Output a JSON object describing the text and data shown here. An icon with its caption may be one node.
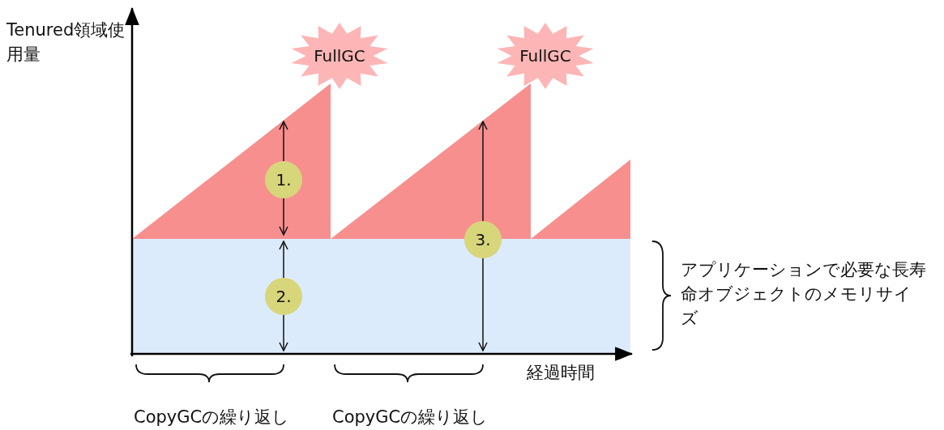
{
  "diagram": {
    "nodes": [
      {
        "text": [
          "FullGC"
        ]
      },
      {
        "text": [
          "FullGC"
        ]
      },
      {
        "text": [
          "1."
        ]
      },
      {
        "text": [
          "2."
        ]
      },
      {
        "text": [
          "3."
        ]
      }
    ],
    "labels": [
      "Tenured領域使用量",
      "アプリケーションで必要な長寿命オブジェクトのメモリサイズ",
      "経過時間",
      "CopyGCの繰り返し",
      "CopyGCの繰り返し"
    ]
  }
}
